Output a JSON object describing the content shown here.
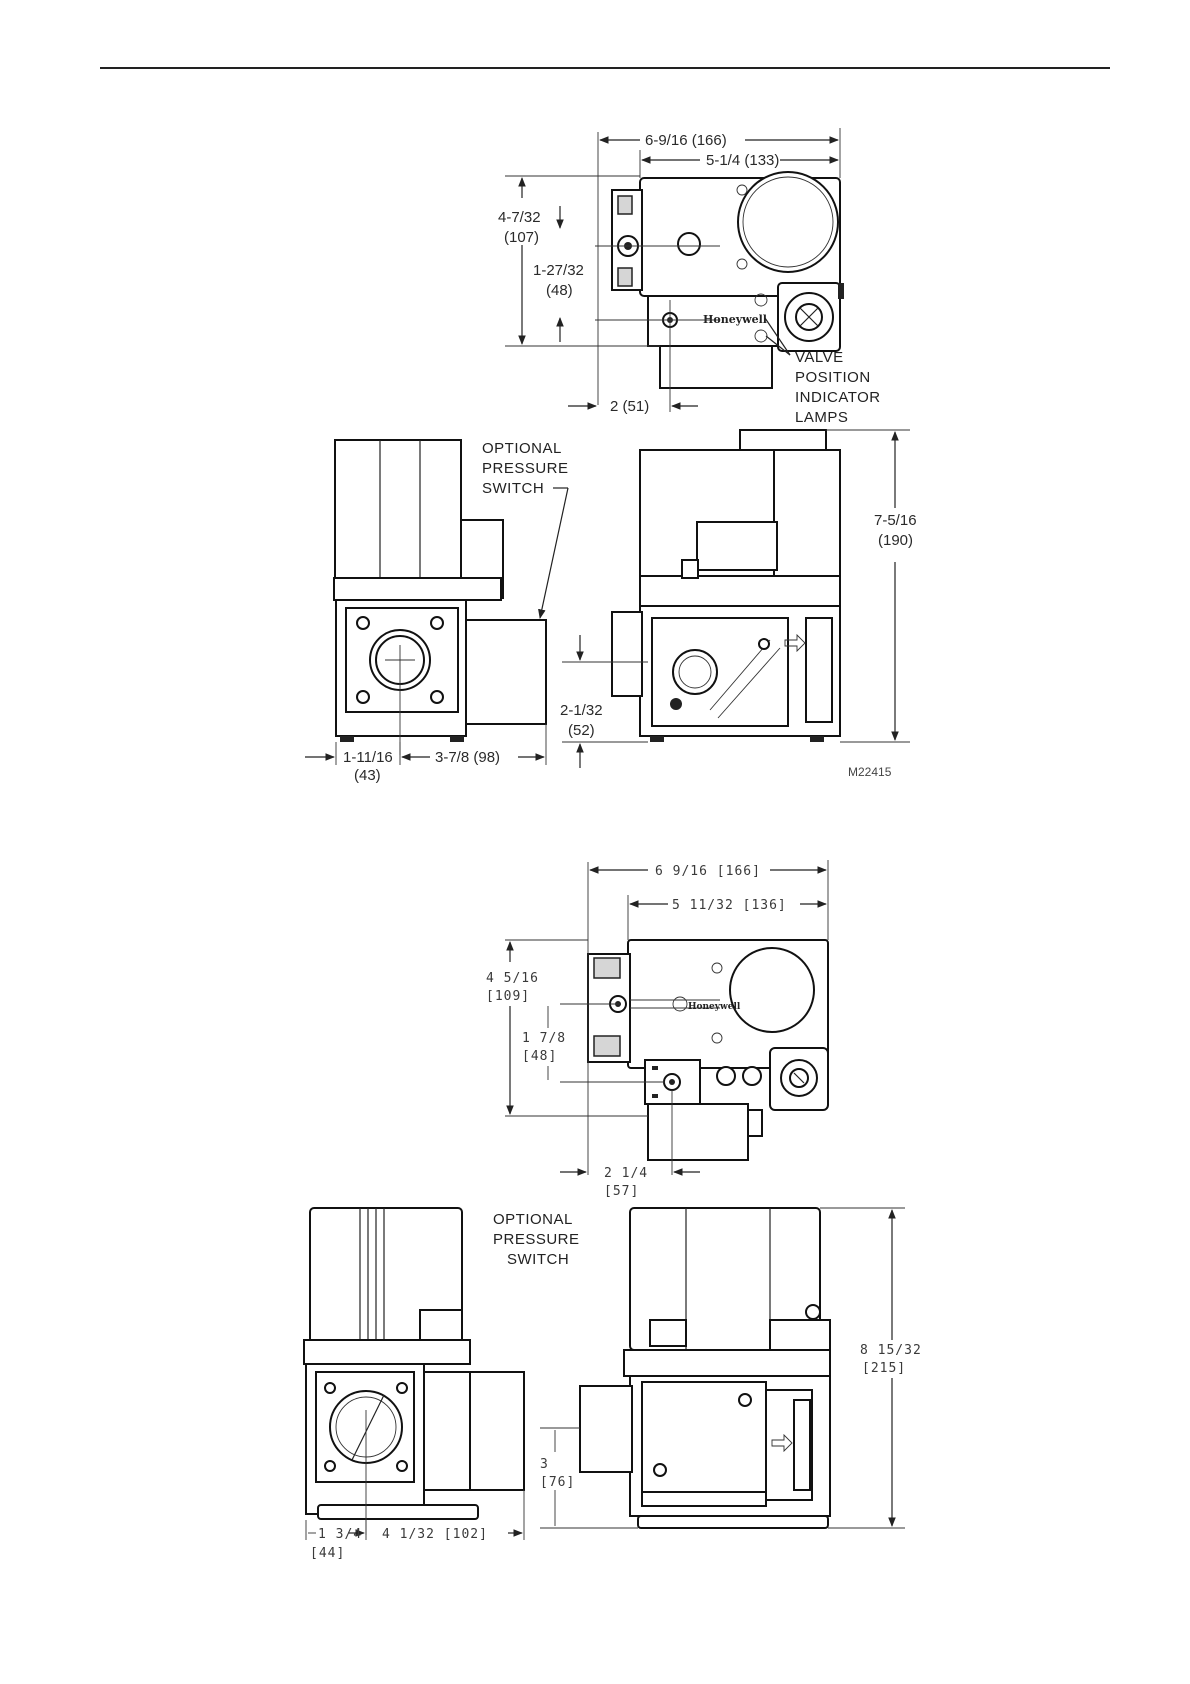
{
  "figure1": {
    "dims": {
      "overall_width": "6-9/16 (166)",
      "body_width": "5-1/4 (133)",
      "height_a_line1": "4-7/32",
      "height_a_line2": "(107)",
      "height_b_line1": "1-27/32",
      "height_b_line2": "(48)",
      "offset": "2 (51)",
      "total_height_line1": "7-5/16",
      "total_height_line2": "(190)",
      "bottom_line1": "2-1/32",
      "bottom_line2": "(52)",
      "left_line1": "1-11/16",
      "left_line2": "(43)",
      "inlet_width": "3-7/8 (98)"
    },
    "callouts": {
      "lamps": [
        "VALVE",
        "POSITION",
        "INDICATOR",
        "LAMPS"
      ],
      "pressure": [
        "OPTIONAL",
        "PRESSURE",
        "SWITCH"
      ]
    },
    "brand": "Honeywell",
    "drawing_id": "M22415"
  },
  "figure2": {
    "dims": {
      "overall_width": "6 9/16 [166]",
      "body_width": "5 11/32 [136]",
      "height_a_line1": "4 5/16",
      "height_a_line2": "[109]",
      "height_b_line1": "1 7/8",
      "height_b_line2": "[48]",
      "offset_line1": "2 1/4",
      "offset_line2": "[57]",
      "total_height_line1": "8 15/32",
      "total_height_line2": "[215]",
      "bottom_line1": "3",
      "bottom_line2": "[76]",
      "left_line1": "1 3/4",
      "left_line2": "[44]",
      "inlet_width": "4 1/32 [102]"
    },
    "callouts": {
      "pressure": [
        "OPTIONAL",
        "PRESSURE",
        "SWITCH"
      ]
    },
    "brand": "Honeywell"
  }
}
